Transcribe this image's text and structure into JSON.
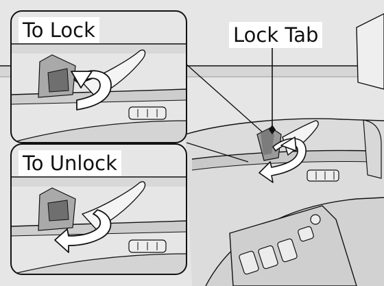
{
  "labels": {
    "to_lock": "To Lock",
    "to_unlock": "To Unlock",
    "lock_tab": "Lock Tab"
  },
  "colors": {
    "panel": "#e4e4e4",
    "panel_light": "#f0f0f0",
    "panel_dark": "#c9c9c9",
    "outline": "#111111",
    "arrow_fill": "#ffffff",
    "arrow_stroke": "#111111",
    "label_bg": "#ffffff"
  },
  "icons": {
    "lock_arrow": "curved-arrow-right-icon",
    "unlock_arrow": "curved-arrow-left-icon"
  }
}
